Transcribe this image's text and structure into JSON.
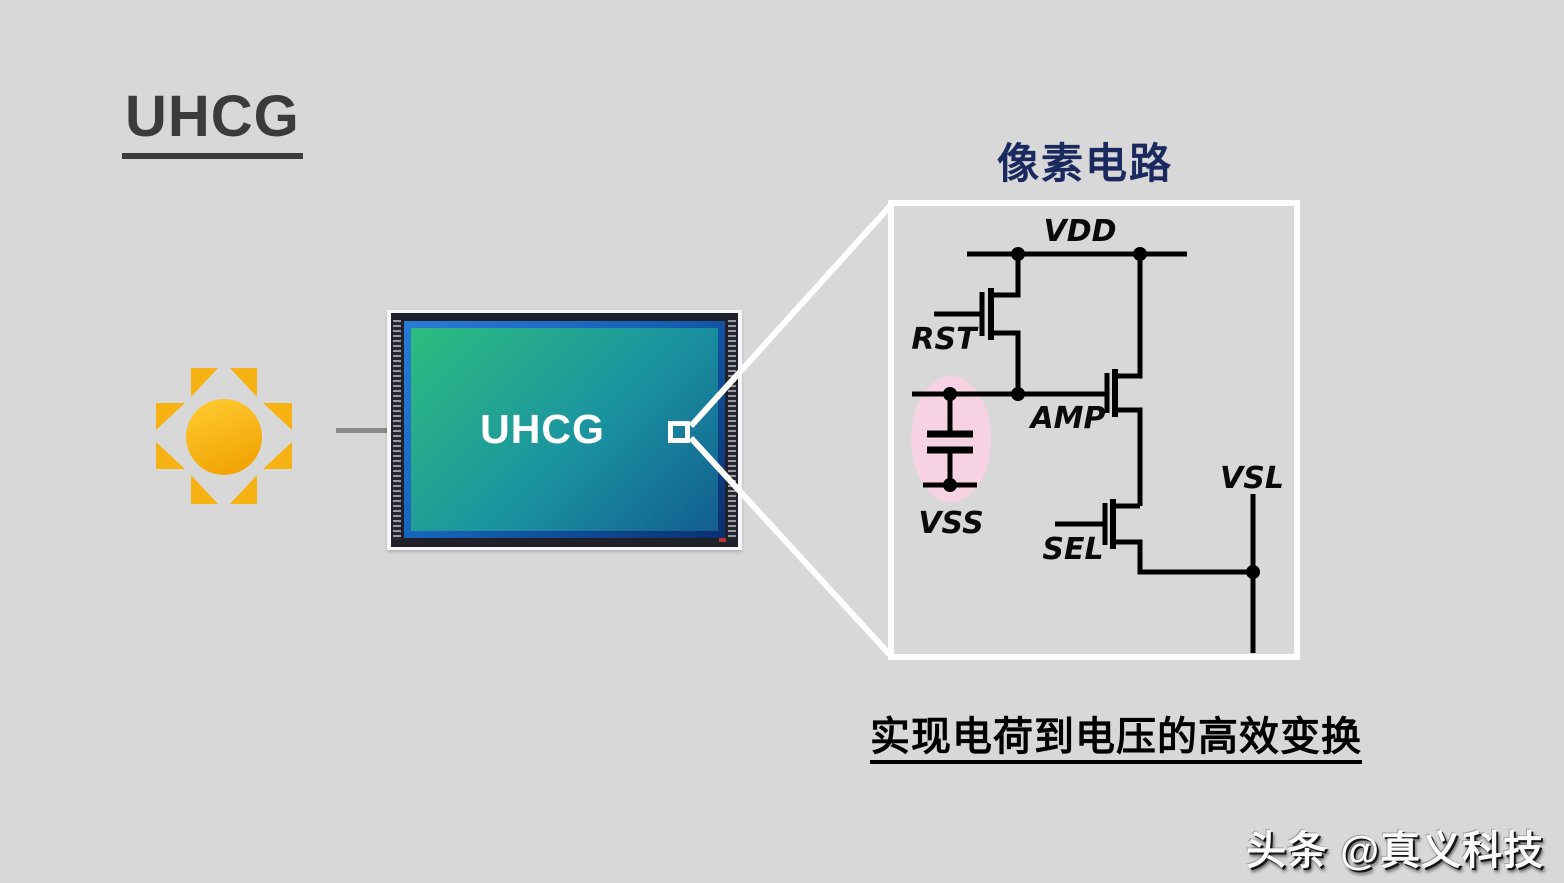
{
  "page": {
    "bg": "#d8d8d8",
    "title": "UHCG",
    "caption": "实现电荷到电压的高效变换",
    "watermark": "头条 @真义科技"
  },
  "sensor": {
    "label": "UHCG"
  },
  "pixel_circuit": {
    "title": "像素电路",
    "labels": {
      "vdd": "VDD",
      "rst": "RST",
      "amp": "AMP",
      "vss": "VSS",
      "sel": "SEL",
      "vsl": "VSL"
    }
  },
  "colors": {
    "background": "#d8d8d8",
    "title_text": "#3b3b3b",
    "circuit_title_navy": "#1b2a5e",
    "highlight_pink": "#f7d2e2",
    "sun_core": "#ffc52c",
    "sun_rays": "#f6b112",
    "screen_green": "#2ebd7e",
    "screen_teal": "#1a93a0",
    "screen_blue": "#135e90",
    "wire_black": "#000000",
    "callout_white": "#ffffff"
  }
}
